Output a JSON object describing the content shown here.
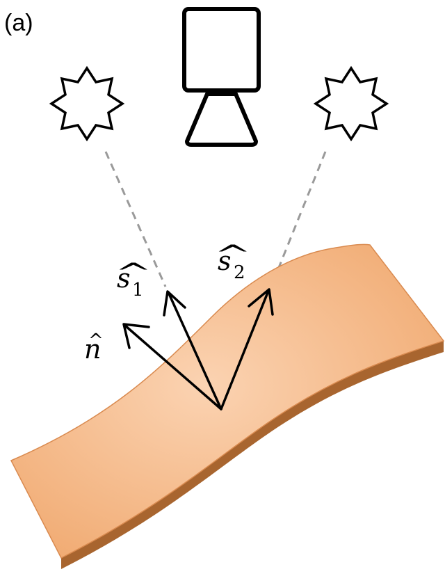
{
  "panel_label": "(a)",
  "labels": {
    "normal": {
      "letter": "n",
      "hat": "^"
    },
    "source1": {
      "letter": "s",
      "subscript": "1",
      "hat": "^"
    },
    "source2": {
      "letter": "s",
      "subscript": "2",
      "hat": "^"
    }
  },
  "colors": {
    "surface_fill_light": "#f8c9a2",
    "surface_fill_dark": "#f0a86e",
    "surface_edge": "#b06e3a",
    "ink": "#000000",
    "ray": "#9a9a9a"
  },
  "icons": {
    "light_left": "light-source-star-icon",
    "camera": "camera-icon",
    "light_right": "light-source-star-icon"
  }
}
